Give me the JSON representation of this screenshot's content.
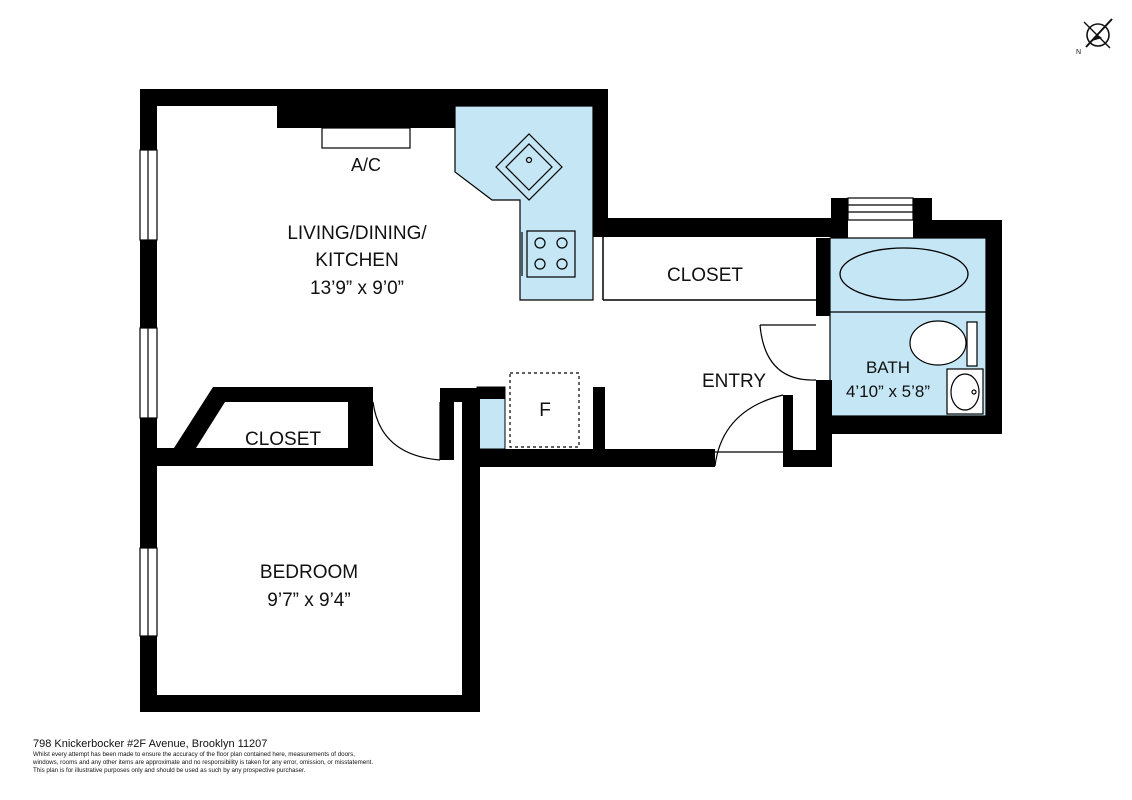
{
  "rooms": {
    "living": {
      "name_1": "LIVING/DINING/",
      "name_2": "KITCHEN",
      "dims": "13’9” x 9’0”"
    },
    "closet_top": {
      "name": "CLOSET"
    },
    "closet_left": {
      "name": "CLOSET"
    },
    "bath": {
      "name": "BATH",
      "dims": "4’10” x 5’8”"
    },
    "entry": {
      "name": "ENTRY"
    },
    "bedroom": {
      "name": "BEDROOM",
      "dims": "9’7” x 9’4”"
    }
  },
  "fixtures": {
    "ac": "A/C",
    "fridge": "F"
  },
  "compass": {
    "label": "N"
  },
  "colors": {
    "wall": "#000000",
    "fixture_fill": "#c4e6f5",
    "background": "#ffffff"
  },
  "footer": {
    "address": "798 Knickerbocker #2F Avenue, Brooklyn 11207",
    "disclaimer_1": "Whilst every attempt has been made to ensure the accuracy of the floor plan contained here, measurements of doors,",
    "disclaimer_2": "windows, rooms and any other items are approximate and no responsibility is taken for any error, omission, or misstatement.",
    "disclaimer_3": "This plan is for illustrative purposes only and should be used as such by any prospective purchaser."
  }
}
